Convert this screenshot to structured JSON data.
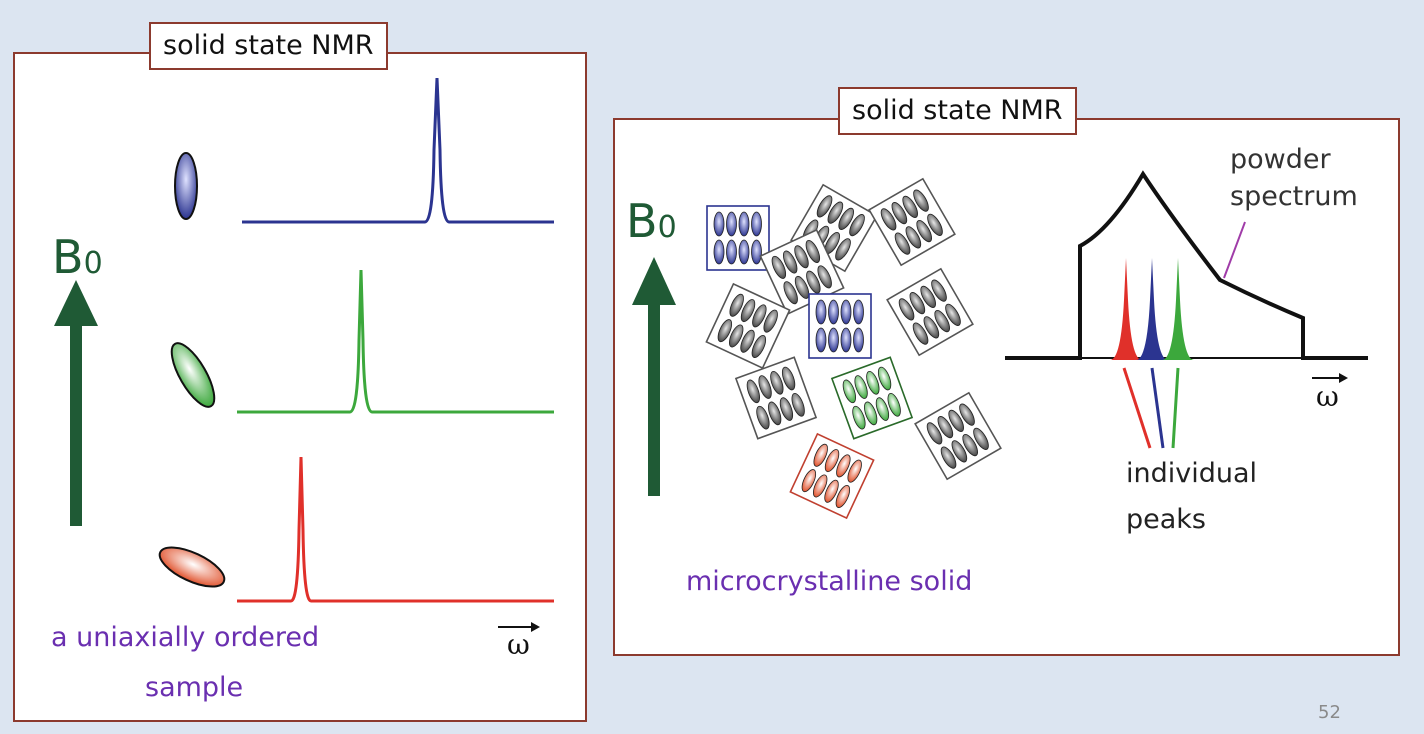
{
  "slide_number": "52",
  "left_panel": {
    "title": "solid state NMR",
    "field_label": "B",
    "field_subscript": "0",
    "axis_label": "ω",
    "caption_line1": "a uniaxially ordered",
    "caption_line2": "sample",
    "spectra": [
      {
        "color": "#2b3490",
        "orientation": "parallel to field"
      },
      {
        "color": "#3ca83c",
        "orientation": "tilted"
      },
      {
        "color": "#e0302a",
        "orientation": "near perpendicular"
      }
    ]
  },
  "right_panel": {
    "title": "solid state NMR",
    "field_label": "B",
    "field_subscript": "0",
    "sample_label": "microcrystalline solid",
    "powder_label_line1": "powder",
    "powder_label_line2": "spectrum",
    "peaks_label_line1": "individual",
    "peaks_label_line2": "peaks",
    "axis_label": "ω",
    "peak_colors": [
      "#e0302a",
      "#2b3490",
      "#3ca83c"
    ]
  },
  "colors": {
    "panel_border": "#8c3a2e",
    "arrow": "#1f5a35",
    "caption": "#6a2fb0",
    "background": "#dce5f1"
  }
}
